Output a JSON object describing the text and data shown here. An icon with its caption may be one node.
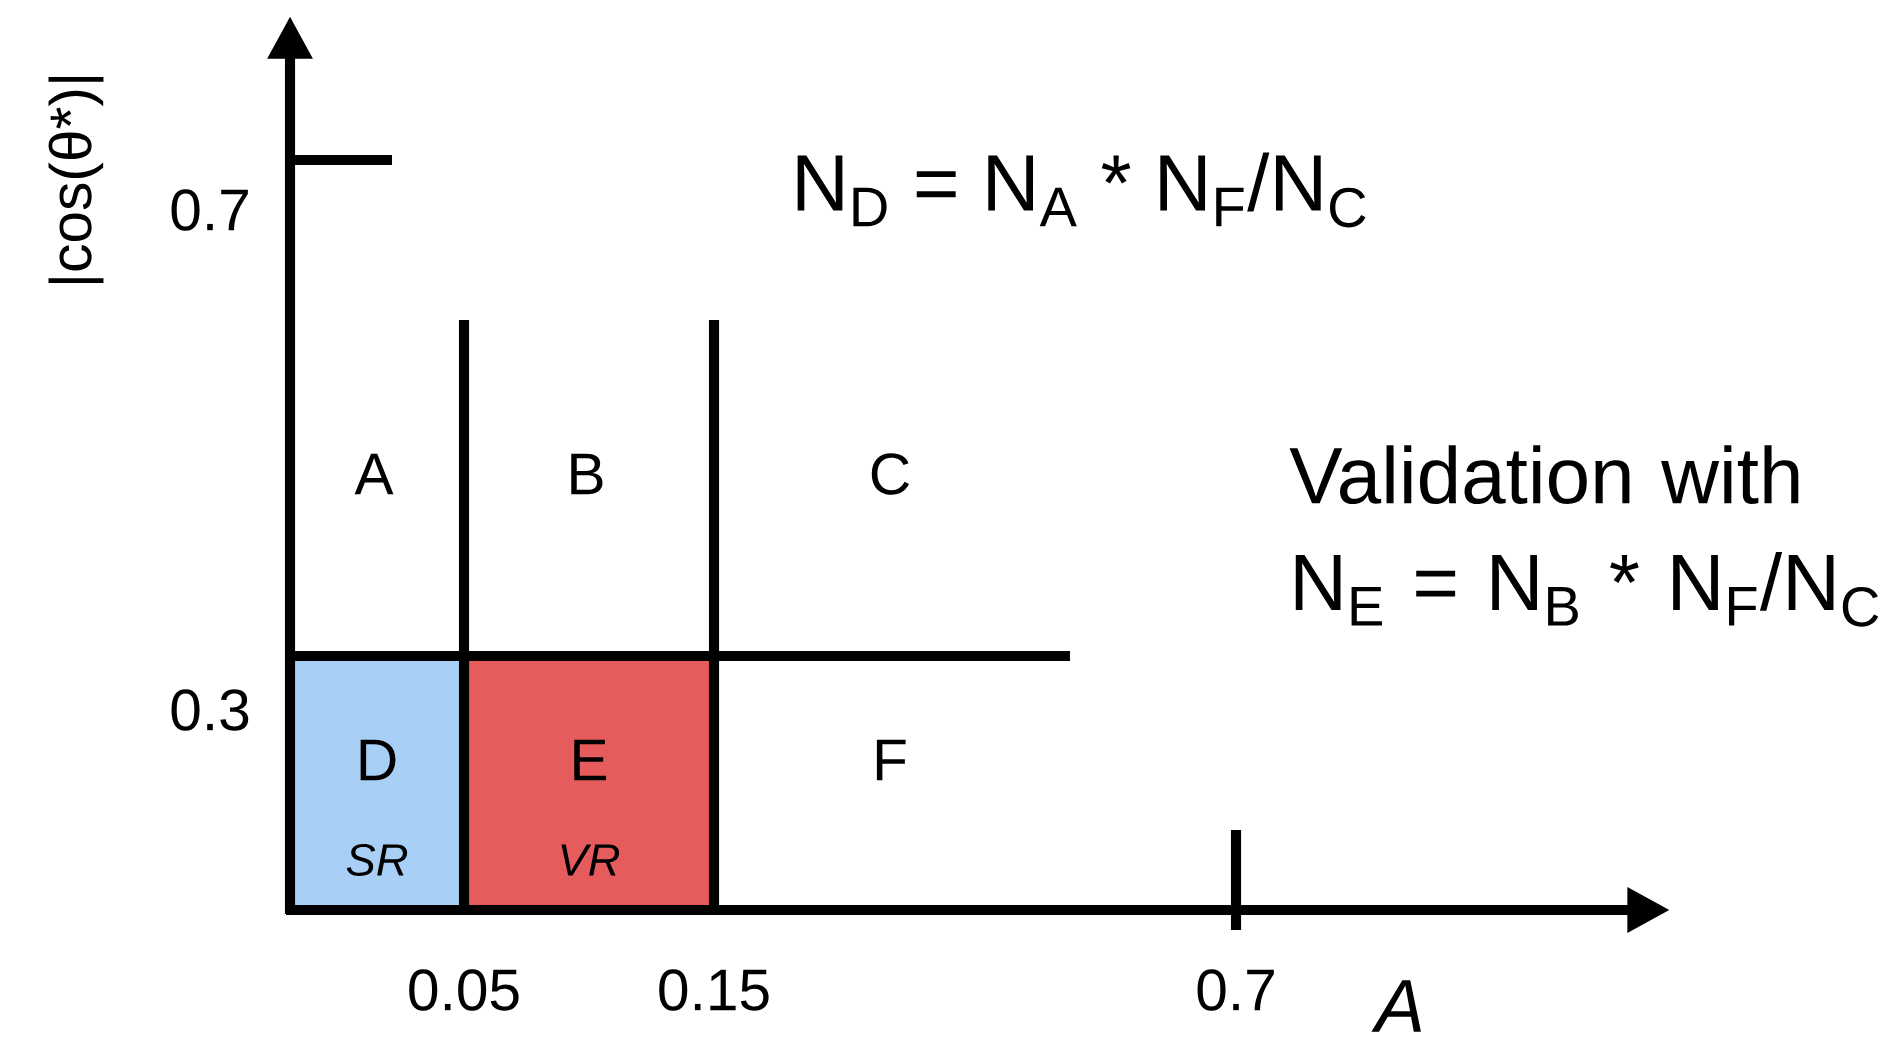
{
  "diagram": {
    "nodes": [
      {
        "text": [
          "D",
          "SR"
        ]
      },
      {
        "text": [
          "E",
          "VR"
        ]
      }
    ],
    "labels": [
      "|cos(θ*)|",
      "0.7",
      "N$_{D}$ = N$_{A}$ * N$_{F}$/N$_{C}$",
      "A",
      "B",
      "C",
      "Validation with N$_{E}$ = N$_{B}$ * N$_{F}$/N$_{C}$",
      "0.3",
      "F",
      "0.05",
      "0.15",
      "0.7",
      "A"
    ]
  }
}
